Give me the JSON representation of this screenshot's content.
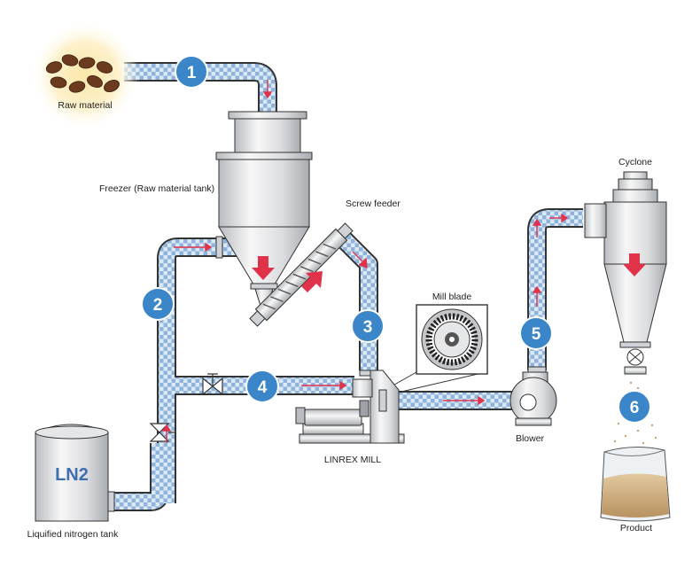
{
  "labels": {
    "raw_material": "Raw material",
    "freezer": "Freezer (Raw material tank)",
    "screw_feeder": "Screw feeder",
    "mill_blade": "Mill blade",
    "linrex_mill": "LINREX MILL",
    "blower": "Blower",
    "cyclone": "Cyclone",
    "product": "Product",
    "ln2_tank": "Liquified nitrogen tank",
    "ln2": "LN2"
  },
  "steps": [
    "1",
    "2",
    "3",
    "4",
    "5",
    "6"
  ],
  "colors": {
    "step_badge": "#3a86c8",
    "flow_arrow": "#e0334a",
    "pipe_light": "#dbe9f5",
    "pipe_dark": "#8fb3dc",
    "metal_light": "#f2f2f2",
    "metal_dark": "#b9bcc0",
    "outline": "#333333"
  },
  "icons": [
    "coffee-bean-icon",
    "flow-arrow-icon",
    "valve-icon"
  ]
}
